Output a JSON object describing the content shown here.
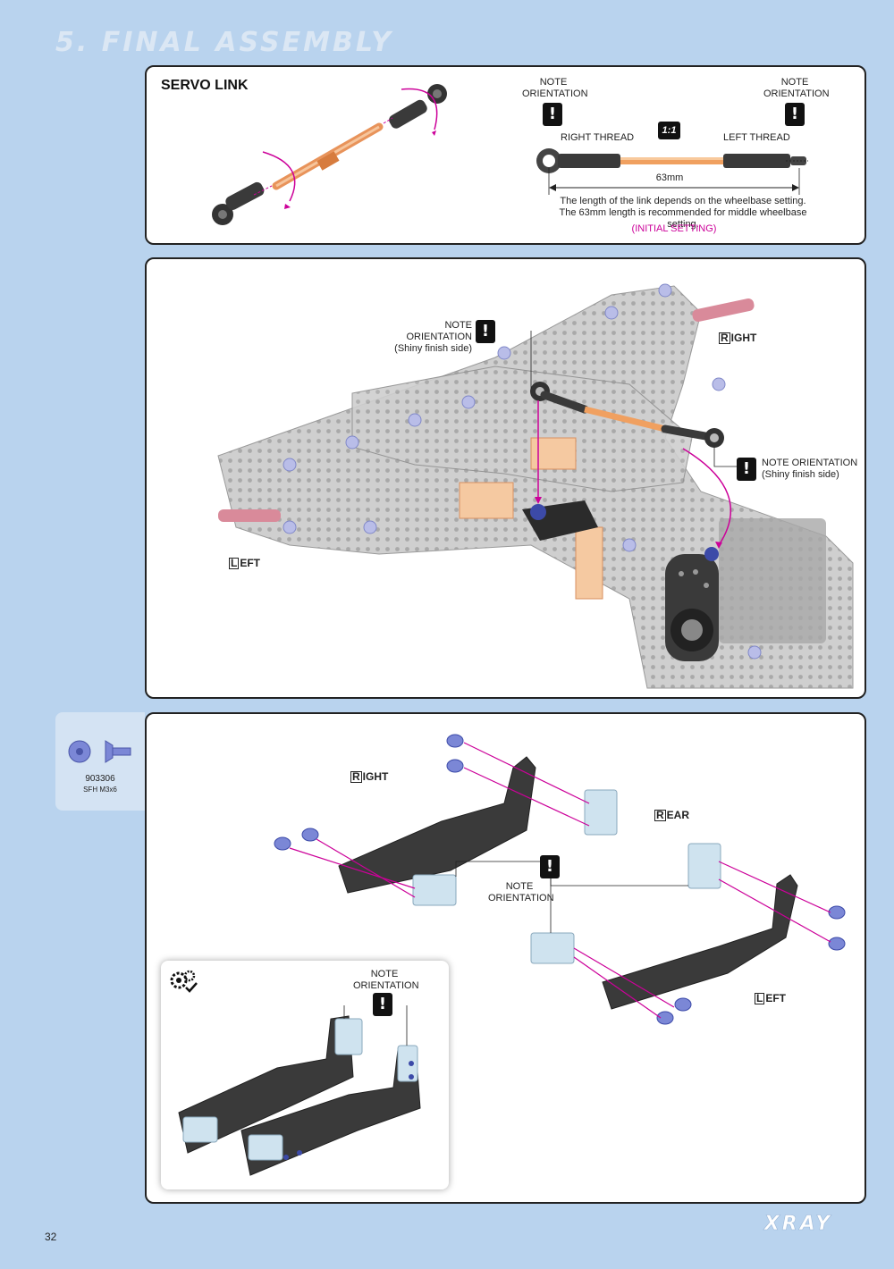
{
  "header": {
    "section_title": "5. FINAL ASSEMBLY"
  },
  "servo_link": {
    "title": "SERVO LINK",
    "note_orientation_left": "NOTE ORIENTATION",
    "note_orientation_right": "NOTE ORIENTATION",
    "right_thread": "RIGHT THREAD",
    "left_thread": "LEFT THREAD",
    "ratio": "1:1",
    "length": "63mm",
    "description": "The length of the link depends on the wheelbase setting. The 63mm length is recommended for middle wheelbase setting.",
    "initial_setting": "(INITIAL SETTING)",
    "warn_symbol": "!"
  },
  "step2": {
    "note_top_line1": "NOTE ORIENTATION",
    "note_top_line2": "(Shiny finish side)",
    "note_right_line1": "NOTE ORIENTATION",
    "note_right_line2": "(Shiny finish side)",
    "right_label": "RIGHT",
    "left_label": "LEFT",
    "warn_symbol": "!"
  },
  "step3": {
    "part": {
      "number": "903306",
      "name": "SFH M3x6",
      "icon": "countersunk-screw-icon"
    },
    "right_label": "RIGHT",
    "rear_label": "REAR",
    "left_label": "LEFT",
    "note_center": "NOTE ORIENTATION",
    "note_inset": "NOTE ORIENTATION",
    "warn_symbol": "!",
    "inset_icon": "settings-gears-icon"
  },
  "footer": {
    "page_number": "32",
    "brand": "XRAY"
  },
  "colors": {
    "background": "#b9d3ee",
    "accent": "#cc0099",
    "carbon": "#3a3a3a",
    "aluminium_orange": "#f0a060",
    "screw_blue": "#6a78c8"
  }
}
